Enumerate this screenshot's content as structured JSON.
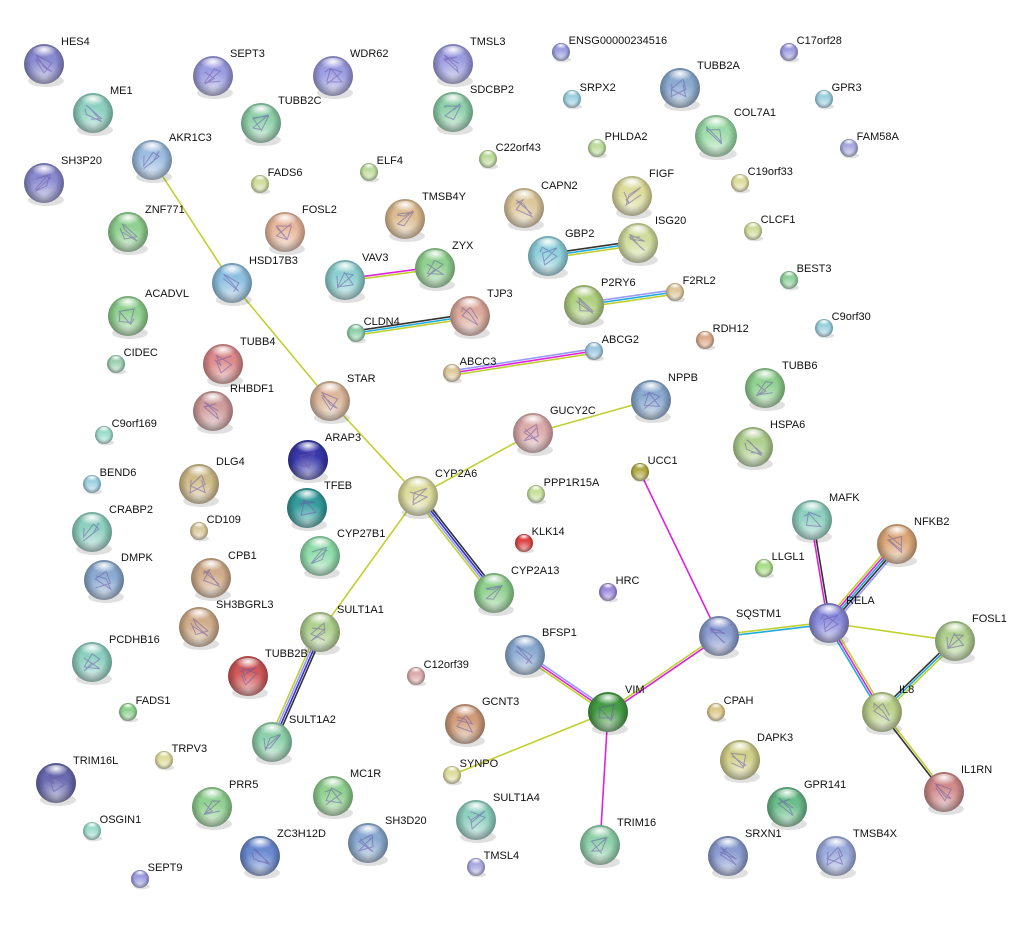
{
  "network": {
    "nodes": [
      {
        "label": "HES4",
        "color": "#8a8ad0",
        "structure": true
      },
      {
        "label": "SEPT3",
        "color": "#9c9ce0",
        "structure": true
      },
      {
        "label": "WDR62",
        "color": "#9c9ce0",
        "structure": true
      },
      {
        "label": "TMSL3",
        "color": "#9c9ce0",
        "structure": true
      },
      {
        "label": "ENSG00000234516",
        "color": "#9c9ce0",
        "structure": false
      },
      {
        "label": "C17orf28",
        "color": "#9c9ce0",
        "structure": false
      },
      {
        "label": "ME1",
        "color": "#8ed0c0",
        "structure": true
      },
      {
        "label": "TUBB2C",
        "color": "#8ed0aa",
        "structure": true
      },
      {
        "label": "SDCBP2",
        "color": "#8ed0aa",
        "structure": true
      },
      {
        "label": "SRPX2",
        "color": "#9cd0e0",
        "structure": false
      },
      {
        "label": "TUBB2A",
        "color": "#8aaad0",
        "structure": true
      },
      {
        "label": "GPR3",
        "color": "#9cd0e0",
        "structure": false
      },
      {
        "label": "COL7A1",
        "color": "#9cdca8",
        "structure": true
      },
      {
        "label": "FAM58A",
        "color": "#a8a8e0",
        "structure": false
      },
      {
        "label": "AKR1C3",
        "color": "#9cbce0",
        "structure": true
      },
      {
        "label": "C22orf43",
        "color": "#bcdc9c",
        "structure": false
      },
      {
        "label": "PHLDA2",
        "color": "#bcdc9c",
        "structure": false
      },
      {
        "label": "SH3P20",
        "color": "#8a8ad0",
        "structure": true
      },
      {
        "label": "FADS6",
        "color": "#d0dc9c",
        "structure": false
      },
      {
        "label": "ELF4",
        "color": "#bcdc9c",
        "structure": false
      },
      {
        "label": "FIGF",
        "color": "#dcdc9c",
        "structure": true
      },
      {
        "label": "C19orf33",
        "color": "#dcdc9c",
        "structure": false
      },
      {
        "label": "CAPN2",
        "color": "#dcc89c",
        "structure": true
      },
      {
        "label": "TMSB4Y",
        "color": "#dcbc90",
        "structure": true
      },
      {
        "label": "FOSL2",
        "color": "#e8b89c",
        "structure": true
      },
      {
        "label": "ZNF771",
        "color": "#90d090",
        "structure": true
      },
      {
        "label": "CLCF1",
        "color": "#d0dc9c",
        "structure": false
      },
      {
        "label": "GBP2",
        "color": "#8ed0dc",
        "structure": true
      },
      {
        "label": "ISG20",
        "color": "#d0dc9c",
        "structure": true
      },
      {
        "label": "VAV3",
        "color": "#8ed0d0",
        "structure": true
      },
      {
        "label": "ZYX",
        "color": "#90d090",
        "structure": true
      },
      {
        "label": "HSD17B3",
        "color": "#8ec0e0",
        "structure": true
      },
      {
        "label": "BEST3",
        "color": "#90d09c",
        "structure": false
      },
      {
        "label": "F2RL2",
        "color": "#dcc89c",
        "structure": false
      },
      {
        "label": "P2RY6",
        "color": "#b0d080",
        "structure": true
      },
      {
        "label": "ACADVL",
        "color": "#90d090",
        "structure": true
      },
      {
        "label": "CLDN4",
        "color": "#8ed0aa",
        "structure": false
      },
      {
        "label": "TJP3",
        "color": "#dcaa9c",
        "structure": true
      },
      {
        "label": "C9orf30",
        "color": "#9cd0e0",
        "structure": false
      },
      {
        "label": "RDH12",
        "color": "#dcaa8a",
        "structure": false
      },
      {
        "label": "ABCG2",
        "color": "#9cc8e0",
        "structure": false
      },
      {
        "label": "CIDEC",
        "color": "#9cd0b0",
        "structure": false
      },
      {
        "label": "ABCC3",
        "color": "#dcc89c",
        "structure": false
      },
      {
        "label": "TUBB4",
        "color": "#dc8a8a",
        "structure": true
      },
      {
        "label": "STAR",
        "color": "#dcb89c",
        "structure": true
      },
      {
        "label": "TUBB6",
        "color": "#90d090",
        "structure": true
      },
      {
        "label": "NPPB",
        "color": "#8aaad0",
        "structure": true
      },
      {
        "label": "RHBDF1",
        "color": "#d09c9c",
        "structure": true
      },
      {
        "label": "C9orf169",
        "color": "#9cdccc",
        "structure": false
      },
      {
        "label": "GUCY2C",
        "color": "#dcaaaa",
        "structure": true
      },
      {
        "label": "HSPA6",
        "color": "#b0d090",
        "structure": true
      },
      {
        "label": "ARAP3",
        "color": "#3838aa",
        "structure": true
      },
      {
        "label": "UCC1",
        "color": "#b0aa44",
        "structure": false
      },
      {
        "label": "BEND6",
        "color": "#9cd0e0",
        "structure": false
      },
      {
        "label": "DLG4",
        "color": "#d0bc8a",
        "structure": true
      },
      {
        "label": "CYP2A6",
        "color": "#dcdc9c",
        "structure": true
      },
      {
        "label": "PPP1R15A",
        "color": "#c8e09c",
        "structure": false
      },
      {
        "label": "TFEB",
        "color": "#349c9c",
        "structure": true
      },
      {
        "label": "CRABP2",
        "color": "#8ed0c0",
        "structure": true
      },
      {
        "label": "CD109",
        "color": "#dcc89c",
        "structure": false
      },
      {
        "label": "KLK14",
        "color": "#dc4444",
        "structure": false
      },
      {
        "label": "CYP27B1",
        "color": "#8edcaa",
        "structure": true
      },
      {
        "label": "MAFK",
        "color": "#8ed0c0",
        "structure": true
      },
      {
        "label": "NFKB2",
        "color": "#dca87a",
        "structure": true
      },
      {
        "label": "LLGL1",
        "color": "#aadc8a",
        "structure": false
      },
      {
        "label": "DMPK",
        "color": "#8aaad0",
        "structure": true
      },
      {
        "label": "CPB1",
        "color": "#d0ac8a",
        "structure": true
      },
      {
        "label": "CYP2A13",
        "color": "#90d090",
        "structure": true
      },
      {
        "label": "HRC",
        "color": "#9c8adc",
        "structure": false
      },
      {
        "label": "SH3BGRL3",
        "color": "#d0ac8a",
        "structure": true
      },
      {
        "label": "SULT1A1",
        "color": "#b0d090",
        "structure": true
      },
      {
        "label": "RELA",
        "color": "#8a8adc",
        "structure": true
      },
      {
        "label": "SQSTM1",
        "color": "#8a9cd0",
        "structure": true
      },
      {
        "label": "FOSL1",
        "color": "#b0d090",
        "structure": true
      },
      {
        "label": "PCDHB16",
        "color": "#8ed0c0",
        "structure": true
      },
      {
        "label": "BFSP1",
        "color": "#8aaad0",
        "structure": true
      },
      {
        "label": "TUBB2B",
        "color": "#d05858",
        "structure": true
      },
      {
        "label": "C12orf39",
        "color": "#dcaaaa",
        "structure": false
      },
      {
        "label": "FADS1",
        "color": "#90d090",
        "structure": false
      },
      {
        "label": "VIM",
        "color": "#449c44",
        "structure": true
      },
      {
        "label": "CPAH",
        "color": "#dcc88a",
        "structure": false
      },
      {
        "label": "IL8",
        "color": "#bcd08a",
        "structure": true
      },
      {
        "label": "GCNT3",
        "color": "#d09c7a",
        "structure": true
      },
      {
        "label": "SULT1A2",
        "color": "#8ed0aa",
        "structure": true
      },
      {
        "label": "DAPK3",
        "color": "#d0d08a",
        "structure": true
      },
      {
        "label": "TRPV3",
        "color": "#dcdc9c",
        "structure": false
      },
      {
        "label": "SYNPO",
        "color": "#dcdc9c",
        "structure": false
      },
      {
        "label": "TRIM16L",
        "color": "#6a6ab0",
        "structure": true
      },
      {
        "label": "IL1RN",
        "color": "#d08a8a",
        "structure": true
      },
      {
        "label": "PRR5",
        "color": "#90d090",
        "structure": true
      },
      {
        "label": "MC1R",
        "color": "#90d090",
        "structure": true
      },
      {
        "label": "GPR141",
        "color": "#6abc8a",
        "structure": true
      },
      {
        "label": "SULT1A4",
        "color": "#8ed0c0",
        "structure": true
      },
      {
        "label": "SH3D20",
        "color": "#8aaad0",
        "structure": true
      },
      {
        "label": "ZC3H12D",
        "color": "#6a8ad0",
        "structure": true
      },
      {
        "label": "TRIM16",
        "color": "#8ed0aa",
        "structure": true
      },
      {
        "label": "OSGIN1",
        "color": "#9cdccc",
        "structure": false
      },
      {
        "label": "SRXN1",
        "color": "#8a9cd0",
        "structure": true
      },
      {
        "label": "TMSB4X",
        "color": "#9cacdc",
        "structure": true
      },
      {
        "label": "TMSL4",
        "color": "#aaaae0",
        "structure": false
      },
      {
        "label": "SEPT9",
        "color": "#9c9ce0",
        "structure": false
      }
    ],
    "edges": [
      {
        "a": "AKR1C3",
        "b": "HSD17B3",
        "colors": [
          "#c0d030"
        ]
      },
      {
        "a": "HSD17B3",
        "b": "STAR",
        "colors": [
          "#c0d030"
        ]
      },
      {
        "a": "STAR",
        "b": "CYP2A6",
        "colors": [
          "#c0d030"
        ]
      },
      {
        "a": "CYP2A6",
        "b": "GUCY2C",
        "colors": [
          "#c0d030"
        ]
      },
      {
        "a": "GUCY2C",
        "b": "NPPB",
        "colors": [
          "#c0d030"
        ]
      },
      {
        "a": "CYP2A6",
        "b": "CYP2A13",
        "colors": [
          "#333333",
          "#3333cc",
          "#9999ff",
          "#c0d030"
        ]
      },
      {
        "a": "CYP2A6",
        "b": "SULT1A1",
        "colors": [
          "#c0d030"
        ]
      },
      {
        "a": "SULT1A1",
        "b": "SULT1A2",
        "colors": [
          "#333333",
          "#3333cc",
          "#9999ff",
          "#c0d030"
        ]
      },
      {
        "a": "VAV3",
        "b": "ZYX",
        "colors": [
          "#dd22dd",
          "#c0d030"
        ]
      },
      {
        "a": "CLDN4",
        "b": "TJP3",
        "colors": [
          "#333333",
          "#22aadd",
          "#c0d030"
        ]
      },
      {
        "a": "GBP2",
        "b": "ISG20",
        "colors": [
          "#333333",
          "#22aadd",
          "#c0d030"
        ]
      },
      {
        "a": "P2RY6",
        "b": "F2RL2",
        "colors": [
          "#9999ff",
          "#22aadd",
          "#c0d030"
        ]
      },
      {
        "a": "ABCC3",
        "b": "ABCG2",
        "colors": [
          "#9999ff",
          "#dd22dd",
          "#c0d030"
        ]
      },
      {
        "a": "UCC1",
        "b": "SQSTM1",
        "colors": [
          "#dd22dd"
        ]
      },
      {
        "a": "SQSTM1",
        "b": "VIM",
        "colors": [
          "#dd22dd",
          "#c0d030"
        ]
      },
      {
        "a": "BFSP1",
        "b": "VIM",
        "colors": [
          "#9999ff",
          "#dd22dd",
          "#c0d030"
        ]
      },
      {
        "a": "VIM",
        "b": "SYNPO",
        "colors": [
          "#c0d030"
        ]
      },
      {
        "a": "VIM",
        "b": "TRIM16",
        "colors": [
          "#dd22dd"
        ]
      },
      {
        "a": "SQSTM1",
        "b": "RELA",
        "colors": [
          "#c0d030",
          "#22aadd"
        ]
      },
      {
        "a": "MAFK",
        "b": "RELA",
        "colors": [
          "#333333",
          "#dd22dd"
        ]
      },
      {
        "a": "NFKB2",
        "b": "RELA",
        "colors": [
          "#9999ff",
          "#333333",
          "#22aadd",
          "#dd22dd",
          "#c0d030"
        ]
      },
      {
        "a": "RELA",
        "b": "FOSL1",
        "colors": [
          "#c0d030"
        ]
      },
      {
        "a": "RELA",
        "b": "IL8",
        "colors": [
          "#c0d030",
          "#dd22dd",
          "#22aadd"
        ]
      },
      {
        "a": "FOSL1",
        "b": "IL8",
        "colors": [
          "#c0d030",
          "#22aadd",
          "#333333"
        ]
      },
      {
        "a": "IL8",
        "b": "IL1RN",
        "colors": [
          "#c0d030",
          "#333333"
        ]
      }
    ]
  }
}
